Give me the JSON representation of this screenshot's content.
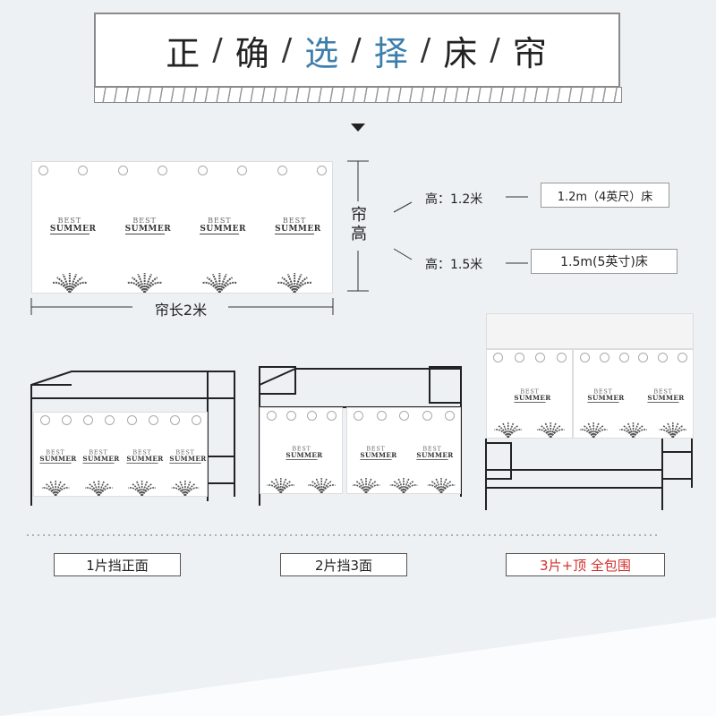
{
  "title": {
    "chars": [
      "正",
      "确",
      "选",
      "择",
      "床",
      "帘"
    ],
    "separator": "/",
    "accent": "#3d7fab"
  },
  "curtain": {
    "logo_top": "BEST",
    "logo_main": "SUMMER",
    "height_label": "帘高",
    "length_label": "帘长2米"
  },
  "sizes": [
    {
      "height": "高：1.2米",
      "bed": "1.2m（4英尺）床"
    },
    {
      "height": "高：1.5米",
      "bed": "1.5m(5英寸)床"
    }
  ],
  "options": [
    {
      "label": "1片挡正面",
      "color": "#222222"
    },
    {
      "label": "2片挡3面",
      "color": "#222222"
    },
    {
      "label": "3片+顶 全包围",
      "color": "#d0312d"
    }
  ]
}
